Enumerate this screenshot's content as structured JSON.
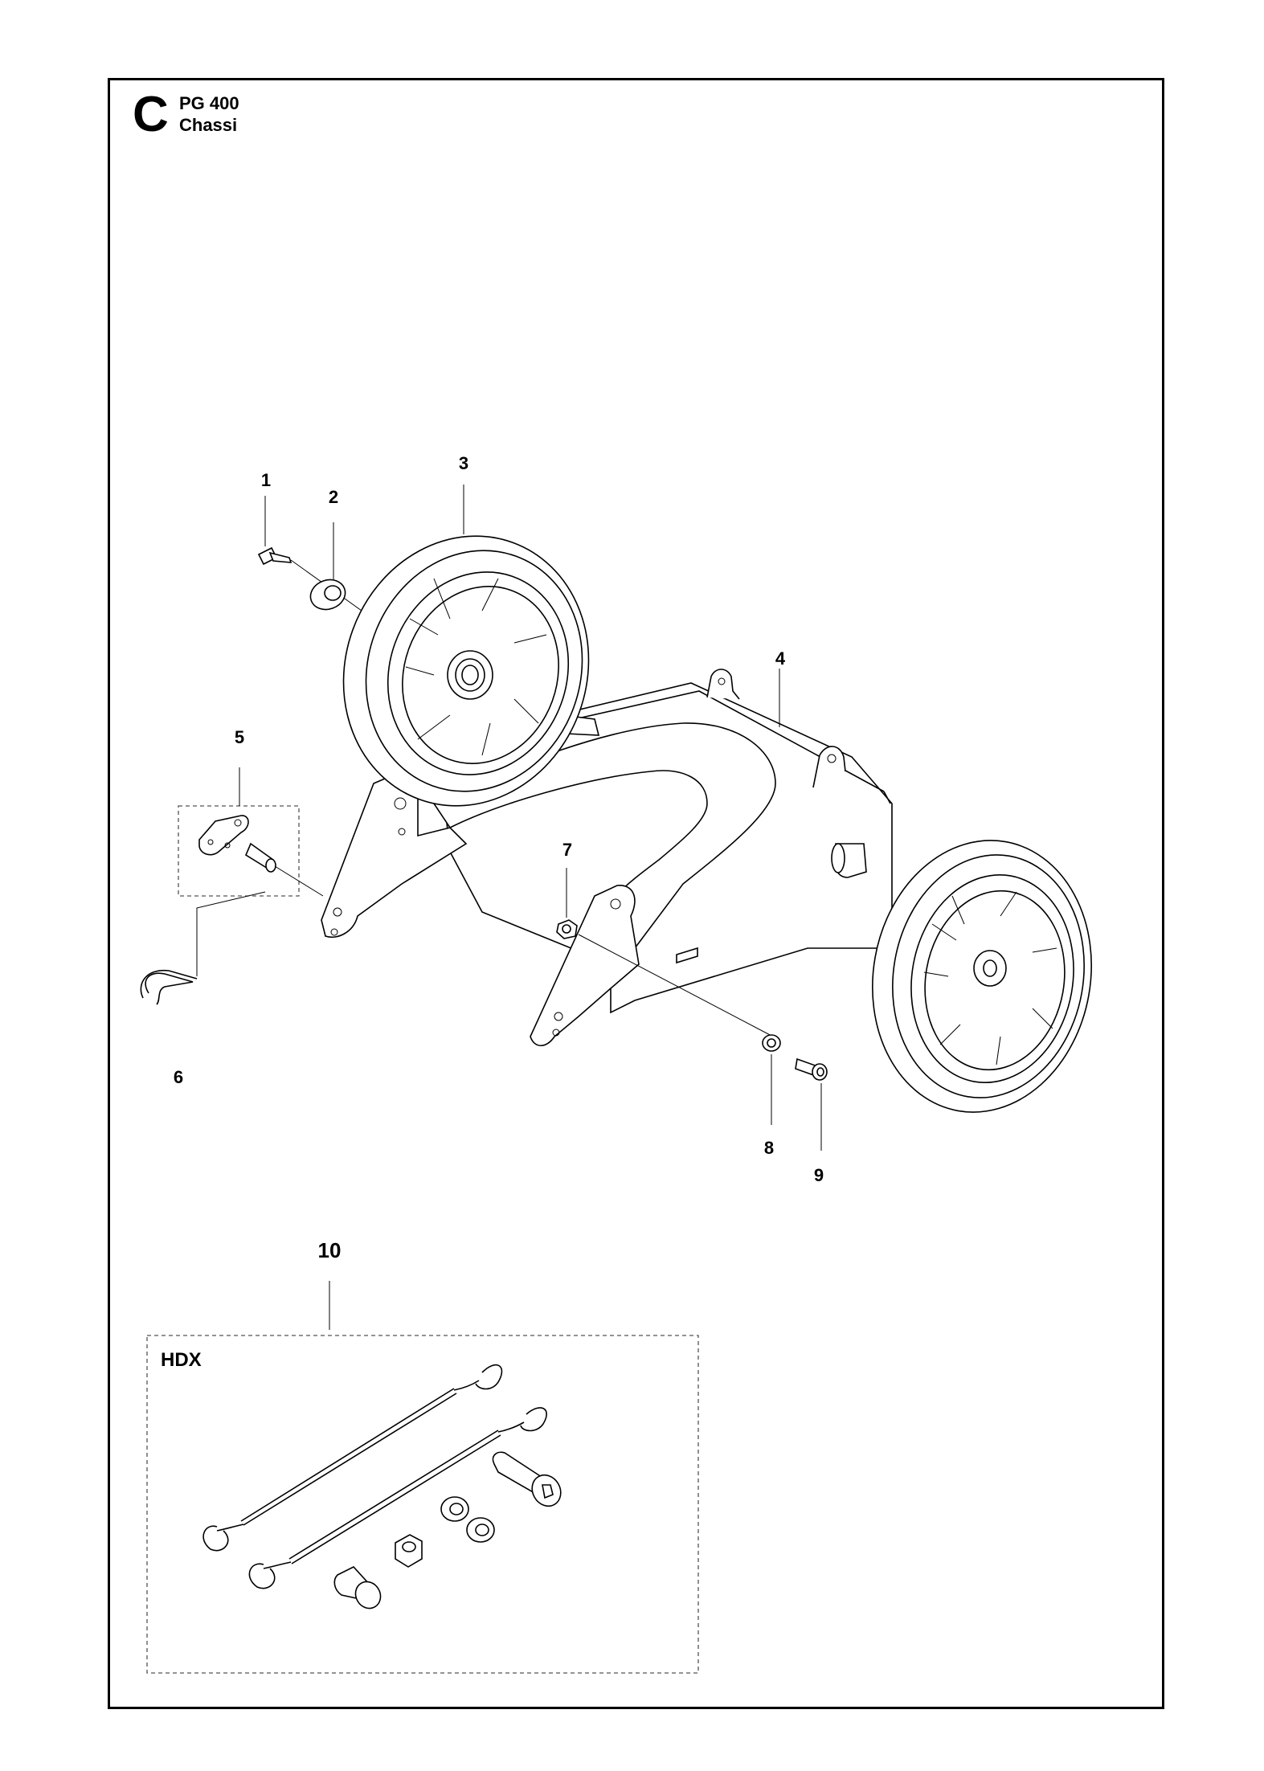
{
  "header": {
    "section_letter": "C",
    "model": "PG 400",
    "title": "Chassi"
  },
  "callouts": {
    "c1": "1",
    "c2": "2",
    "c3": "3",
    "c4": "4",
    "c5": "5",
    "c6": "6",
    "c7": "7",
    "c8": "8",
    "c9": "9",
    "c10": "10"
  },
  "kit": {
    "label": "HDX"
  }
}
